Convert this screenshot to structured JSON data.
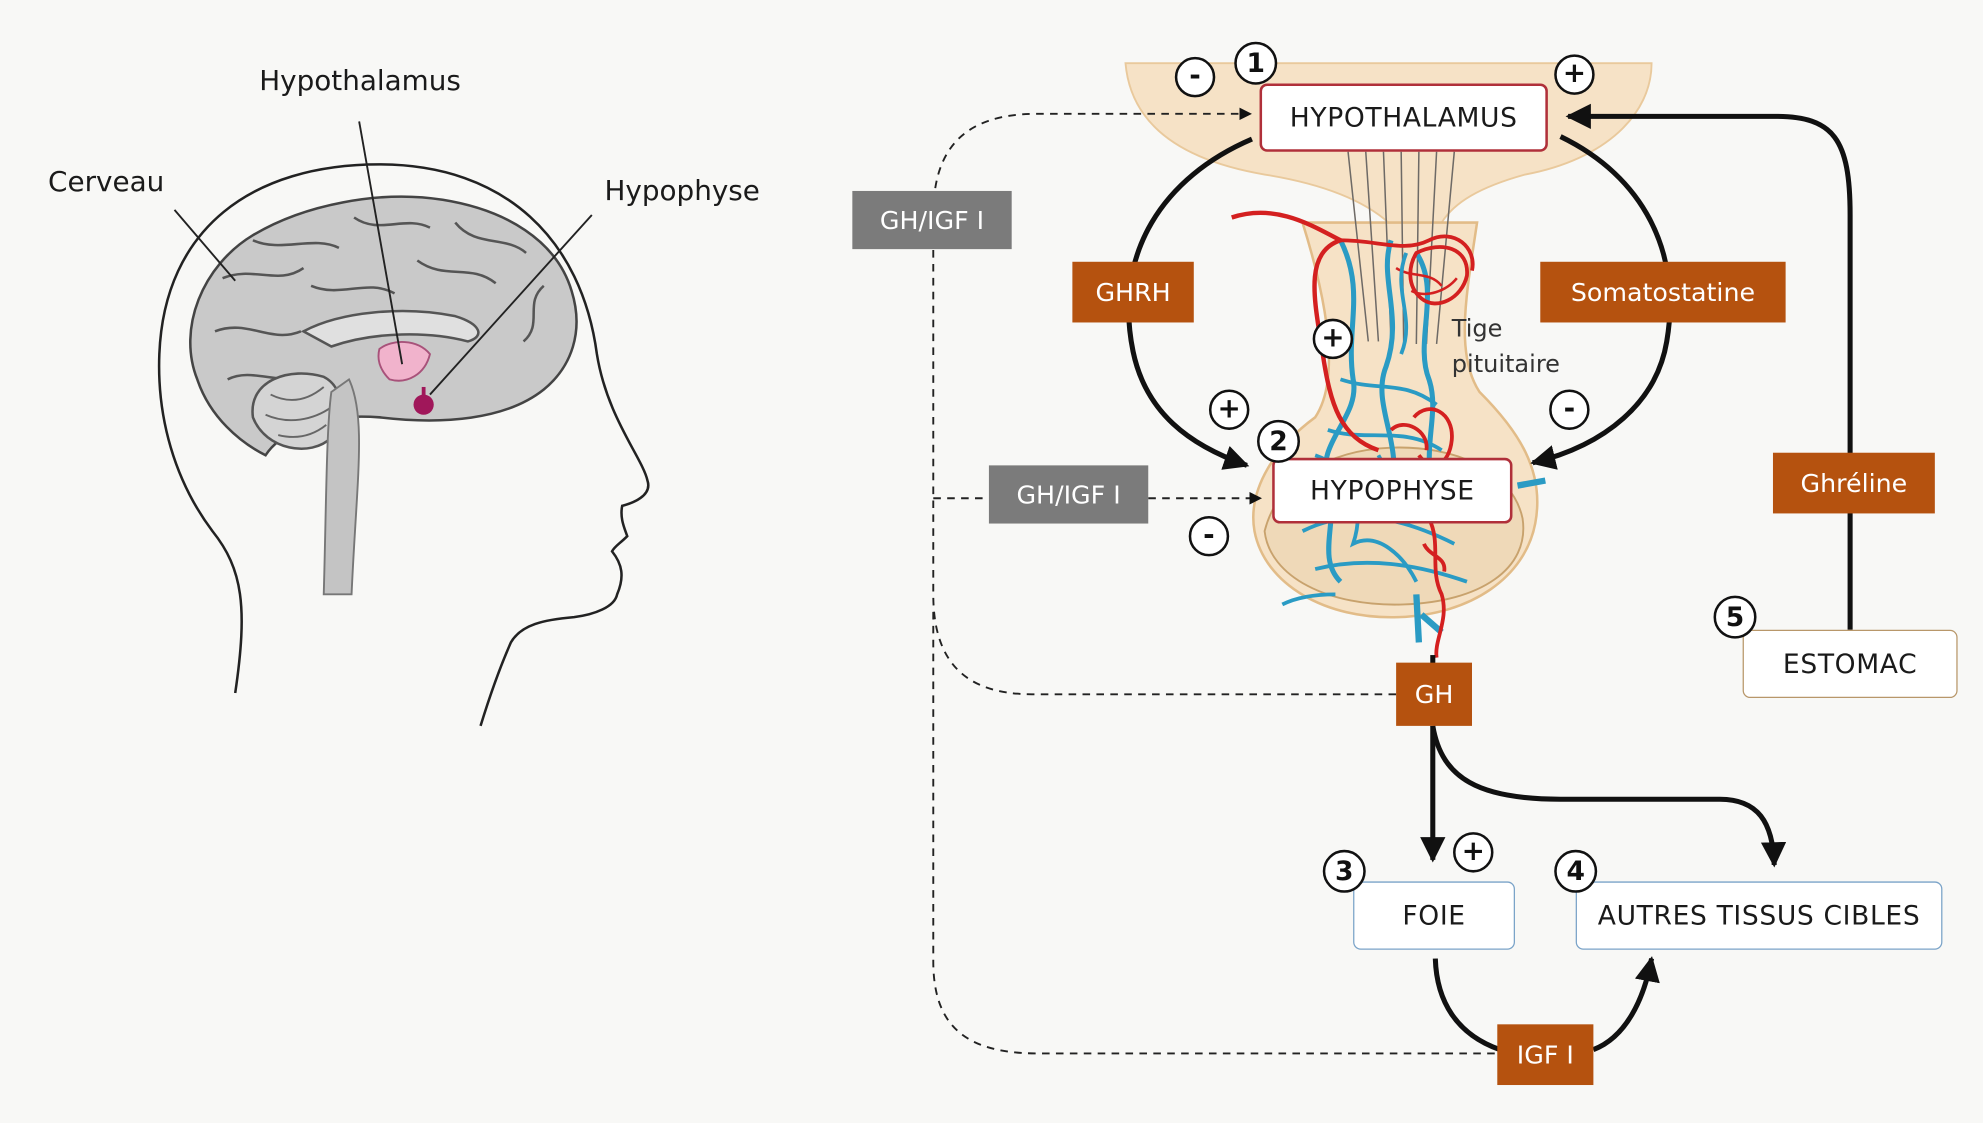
{
  "brain_labels": {
    "hypothalamus": "Hypothalamus",
    "cerveau": "Cerveau",
    "hypophyse": "Hypophyse"
  },
  "nodes": {
    "hypothalamus": "HYPOTHALAMUS",
    "hypophyse": "HYPOPHYSE",
    "foie": "FOIE",
    "autres_tissus": "AUTRES TISSUS CIBLES",
    "estomac": "ESTOMAC"
  },
  "hormones": {
    "ghrh": "GHRH",
    "somatostatine": "Somatostatine",
    "ghreline": "Ghréline",
    "gh": "GH",
    "igf1": "IGF I",
    "gh_igf_top": "GH/IGF I",
    "gh_igf_mid": "GH/IGF I"
  },
  "steps": [
    "1",
    "2",
    "3",
    "4",
    "5"
  ],
  "effects": {
    "plus": "+",
    "minus": "-"
  },
  "tige_label": {
    "line1": "Tige",
    "line2": "pituitaire"
  },
  "colors": {
    "hormone_tag": "#b5520f",
    "feedback_tag": "#7b7b7b",
    "hypothalamus_border": "#b0303a",
    "organ_border": "#7aa3c8",
    "estomac_border": "#b8976a",
    "artery": "#d42020",
    "vein": "#2a9bc4"
  }
}
